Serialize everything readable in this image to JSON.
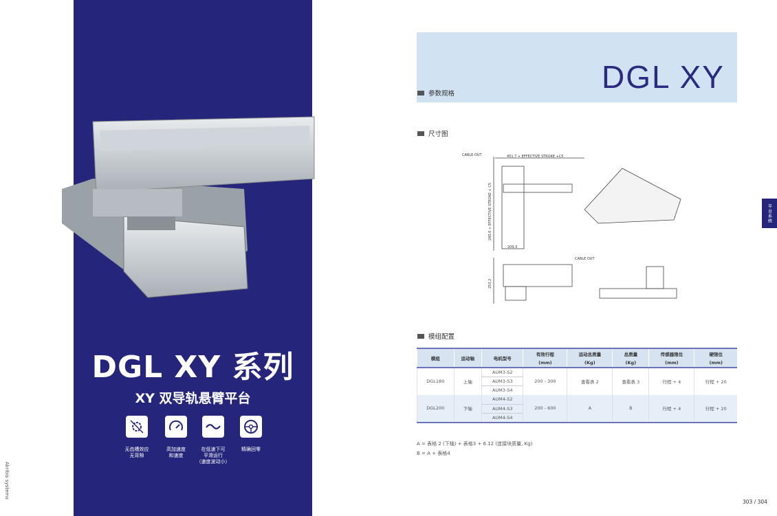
{
  "left": {
    "brand": "Akribis systems",
    "title": "DGL XY 系列",
    "subtitle": "XY 双导轨悬臂平台",
    "features": [
      {
        "icon": "no-cogging-gear-icon",
        "caption": "无齿槽效应\n无背隙"
      },
      {
        "icon": "speedometer-icon",
        "caption": "高加速度\n和速度"
      },
      {
        "icon": "wave-icon",
        "caption": "在低速下可\n平滑运行\n（速度波动小）"
      },
      {
        "icon": "homing-target-icon",
        "caption": "精确回零"
      }
    ]
  },
  "right": {
    "header_title": "DGL XY",
    "section_params": "参数规格",
    "section_dims": "尺寸图",
    "section_config": "模组配置",
    "side_tab": "平台系统",
    "page_number": "303 / 304",
    "drawing": {
      "cable_out_1": "CABLE OUT",
      "cable_out_2": "CABLE OUT",
      "dim_x": "451.7 + EFFECTIVE STROKE +C5",
      "dim_y": "280.0 + EFFECTIVE STROKE + C5",
      "dim_w": "209.3",
      "dim_h": "253.2"
    },
    "table": {
      "headers": [
        "模组",
        "运动轴",
        "电机型号",
        "有效行程",
        "运动总质量",
        "总质量",
        "传感器限位",
        "硬限位"
      ],
      "units": [
        "(mm)",
        "(Kg)",
        "(Kg)",
        "(mm)",
        "(mm)"
      ],
      "rows": [
        {
          "module": "DGL180",
          "axis": "上轴",
          "motors": [
            "AUM3-S2",
            "AUM3-S3",
            "AUM3-S4"
          ],
          "stroke": "200 - 300",
          "moving_mass": "查看表 2",
          "total_mass": "查看表 3",
          "sensor_limit": "行程 + 4",
          "hard_limit": "行程 + 20"
        },
        {
          "module": "DGL200",
          "axis": "下轴",
          "motors": [
            "AUM4-S2",
            "AUM4-S3",
            "AUM4-S4"
          ],
          "stroke": "200 - 600",
          "moving_mass": "A",
          "total_mass": "B",
          "sensor_limit": "行程 + 4",
          "hard_limit": "行程 + 20"
        }
      ]
    },
    "notes": [
      "A = 表格 2 (下轴) + 表格3 + 6.12 (连接块质量, Kg)",
      "B = A + 表格4"
    ]
  }
}
